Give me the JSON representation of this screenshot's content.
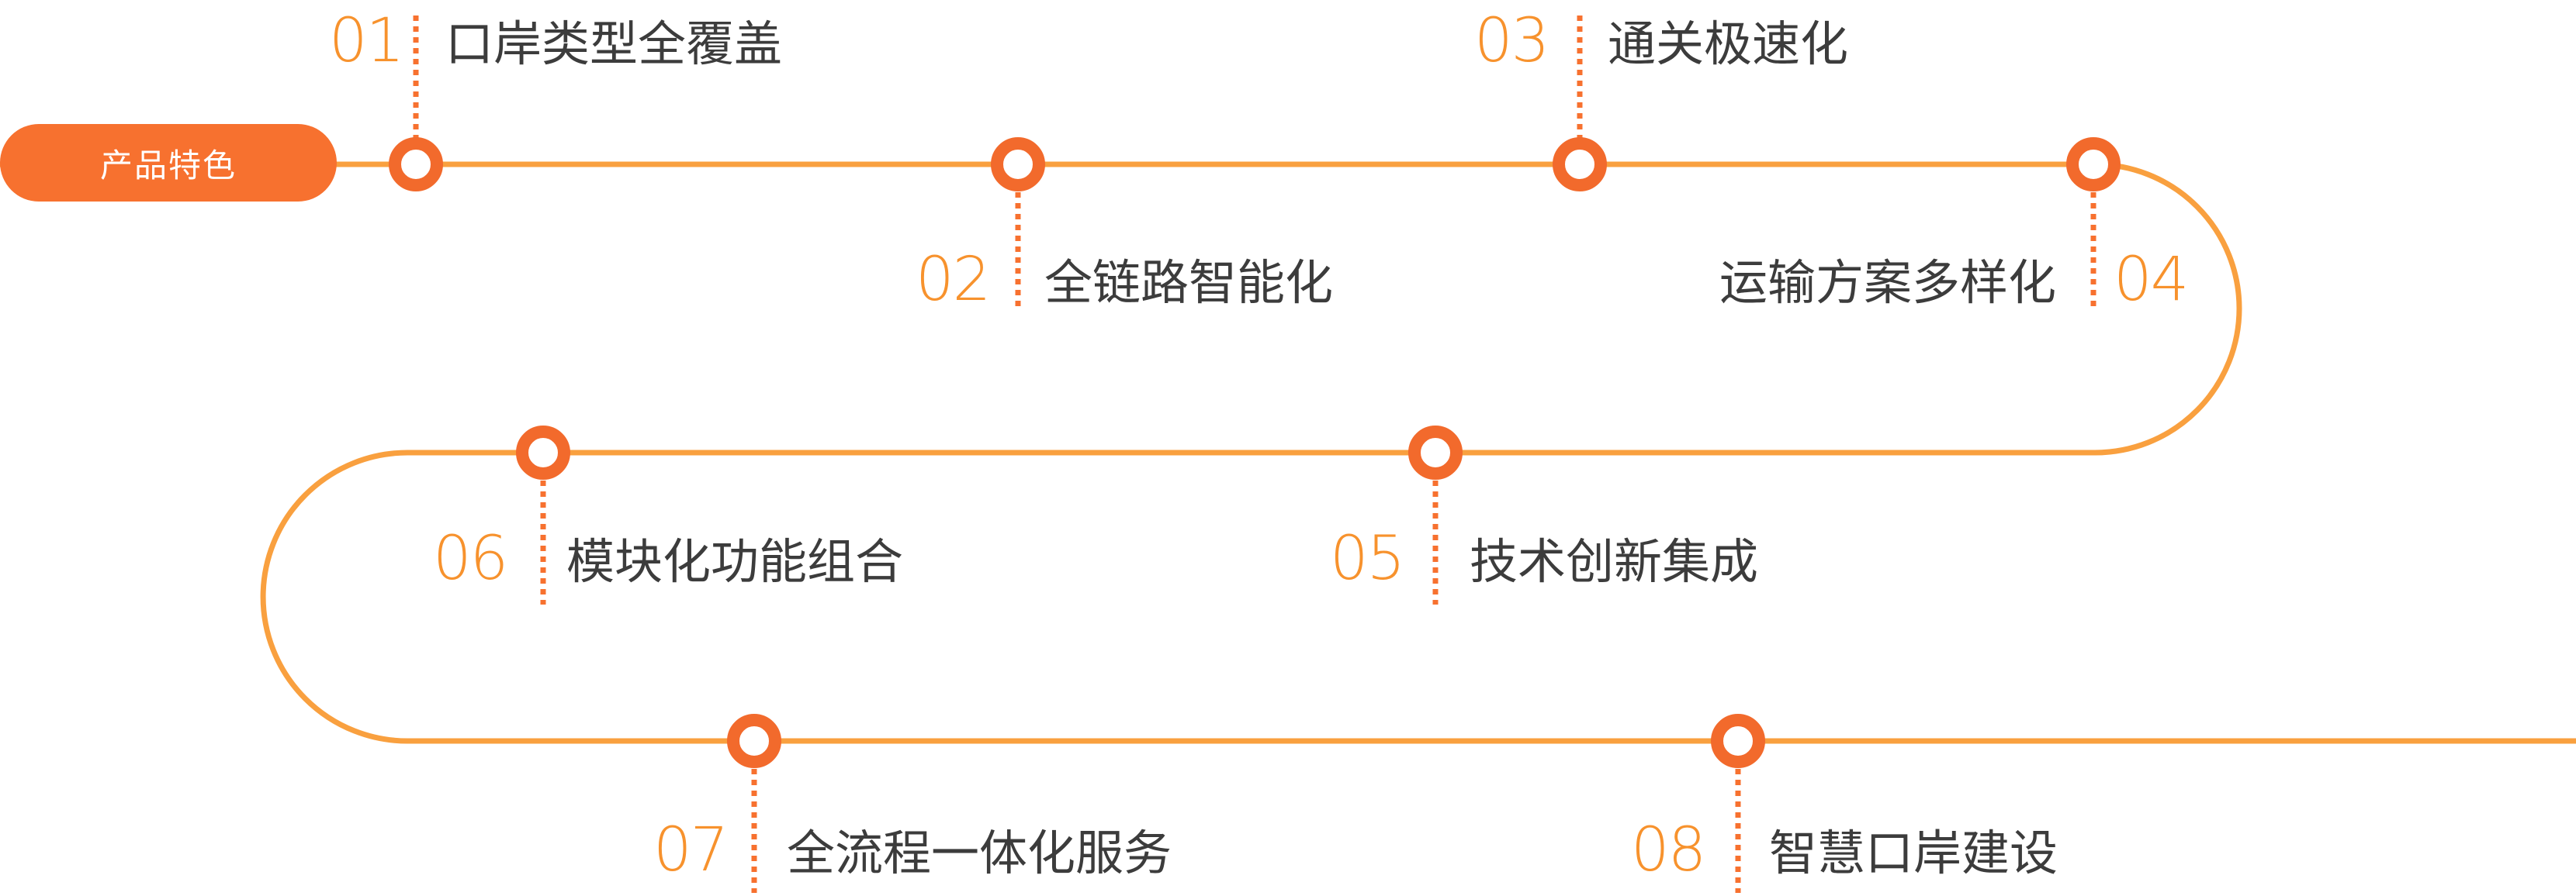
{
  "badge": {
    "label": "产品特色"
  },
  "colors": {
    "path": "#f9a03f",
    "node": "#f26a2c",
    "dots": "#f7712f",
    "number": "#f7922d",
    "text": "#3c3c3c"
  },
  "features": [
    {
      "num": "01",
      "label": "口岸类型全覆盖"
    },
    {
      "num": "02",
      "label": "全链路智能化"
    },
    {
      "num": "03",
      "label": "通关极速化"
    },
    {
      "num": "04",
      "label": "运输方案多样化"
    },
    {
      "num": "05",
      "label": "技术创新集成"
    },
    {
      "num": "06",
      "label": "模块化功能组合"
    },
    {
      "num": "07",
      "label": "全流程一体化服务"
    },
    {
      "num": "08",
      "label": "智慧口岸建设"
    }
  ]
}
